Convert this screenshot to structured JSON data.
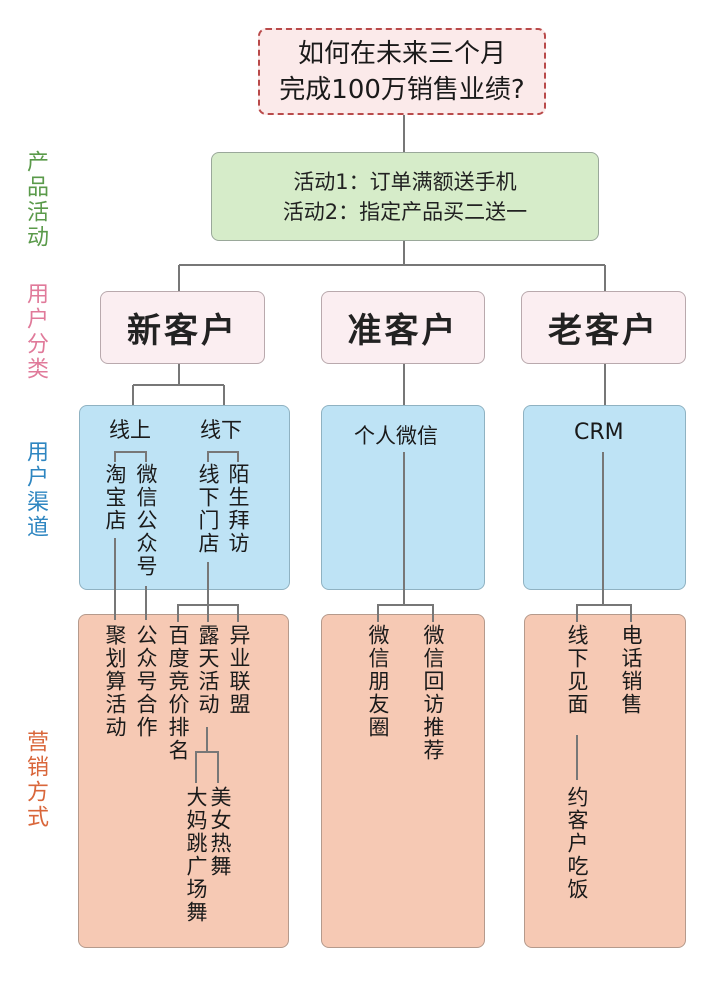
{
  "goal": {
    "line1": "如何在未来三个月",
    "line2": "完成100万销售业绩?"
  },
  "activity": {
    "line1": "活动1：订单满额送手机",
    "line2": "活动2：指定产品买二送一"
  },
  "side_labels": {
    "product_activity": {
      "text": "产品活动",
      "color": "#5a9a4a"
    },
    "user_classification": {
      "text": "用户分类",
      "color": "#e07a9a"
    },
    "user_channel": {
      "text": "用户渠道",
      "color": "#2e86c1"
    },
    "marketing_method": {
      "text": "营销方式",
      "color": "#d9663a"
    }
  },
  "categories": {
    "new": "新客户",
    "prospect": "准客户",
    "old": "老客户"
  },
  "channels": {
    "new": {
      "online": {
        "label": "线上",
        "items": [
          "淘宝店",
          "微信公众号"
        ]
      },
      "offline": {
        "label": "线下",
        "items": [
          "线下门店",
          "陌生拜访"
        ]
      }
    },
    "prospect": {
      "label": "个人微信"
    },
    "old": {
      "label": "CRM"
    }
  },
  "marketing": {
    "new": {
      "taobao": "聚划算活动",
      "wechat_official": "公众号合作",
      "baidu": "百度竞价排名",
      "outdoor": "露天活动",
      "alliance": "异业联盟",
      "square_dance": "大妈跳广场舞",
      "beauty_dance": "美女热舞"
    },
    "prospect": {
      "moments": "微信朋友圈",
      "revisit": "微信回访推荐"
    },
    "old": {
      "offline_meet": "线下见面",
      "dinner": "约客户吃饭",
      "phone": "电话销售"
    }
  }
}
